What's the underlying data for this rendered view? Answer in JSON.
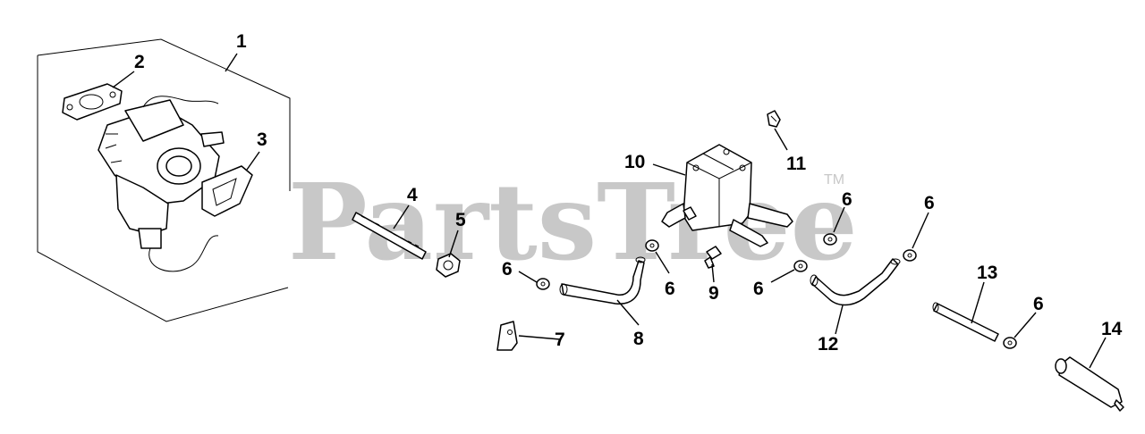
{
  "watermark": {
    "text": "PartsTree",
    "tm": "TM"
  },
  "callouts": {
    "c1": "1",
    "c2": "2",
    "c3": "3",
    "c4": "4",
    "c5": "5",
    "c6a": "6",
    "c6b": "6",
    "c6c": "6",
    "c6d": "6",
    "c6e": "6",
    "c6f": "6",
    "c7": "7",
    "c8": "8",
    "c9": "9",
    "c10": "10",
    "c11": "11",
    "c12": "12",
    "c13": "13",
    "c14": "14"
  }
}
